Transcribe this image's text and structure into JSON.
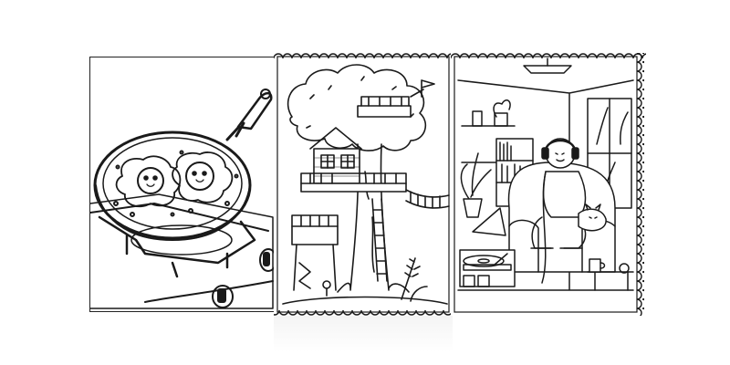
{
  "image": {
    "kind": "coloring-page-collage",
    "colors": {
      "ink": "#1a1a1a",
      "paper": "#ffffff"
    },
    "panels": [
      {
        "id": "eggs",
        "subject": "frying-pan-with-smiling-eggs"
      },
      {
        "id": "treehouse",
        "subject": "treehouse-with-bridge"
      },
      {
        "id": "room",
        "subject": "girl-with-headphones-and-cat"
      }
    ]
  }
}
